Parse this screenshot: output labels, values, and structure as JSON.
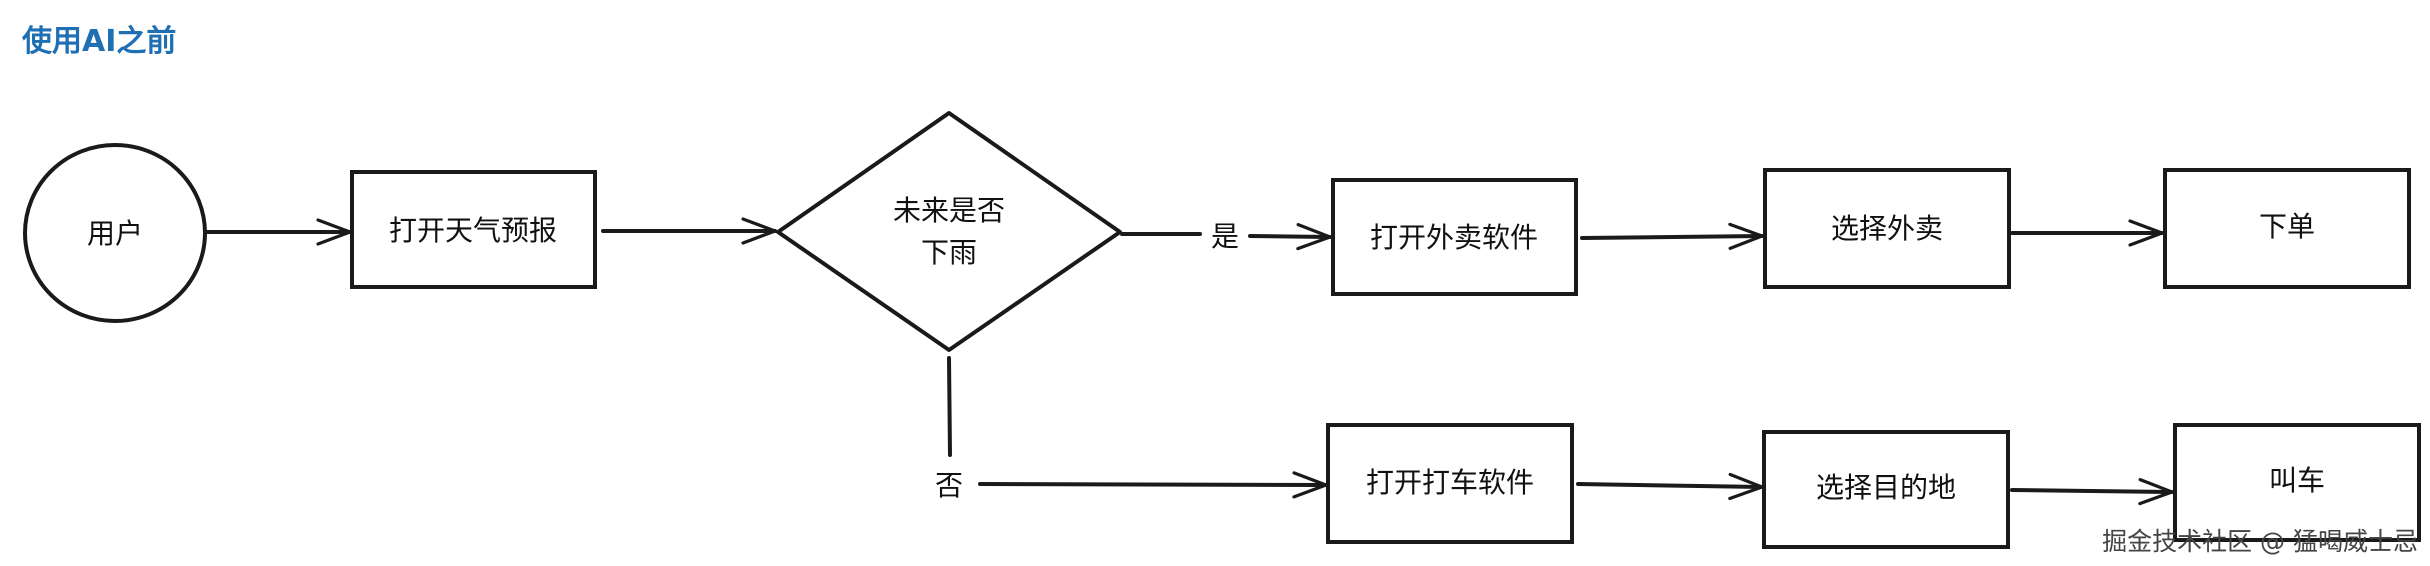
{
  "title": "使用AI之前",
  "nodes": {
    "user": "用户",
    "weather": "打开天气预报",
    "decision_line1": "未来是否",
    "decision_line2": "下雨",
    "takeout_app": "打开外卖软件",
    "choose_takeout": "选择外卖",
    "order": "下单",
    "ride_app": "打开打车软件",
    "choose_destination": "选择目的地",
    "call_car": "叫车"
  },
  "edges": {
    "yes_label": "是",
    "no_label": "否"
  },
  "watermark": "掘金技术社区 @ 猛喝威士忌",
  "colors": {
    "title": "#1f6fb4",
    "stroke": "#1a1a1a"
  }
}
